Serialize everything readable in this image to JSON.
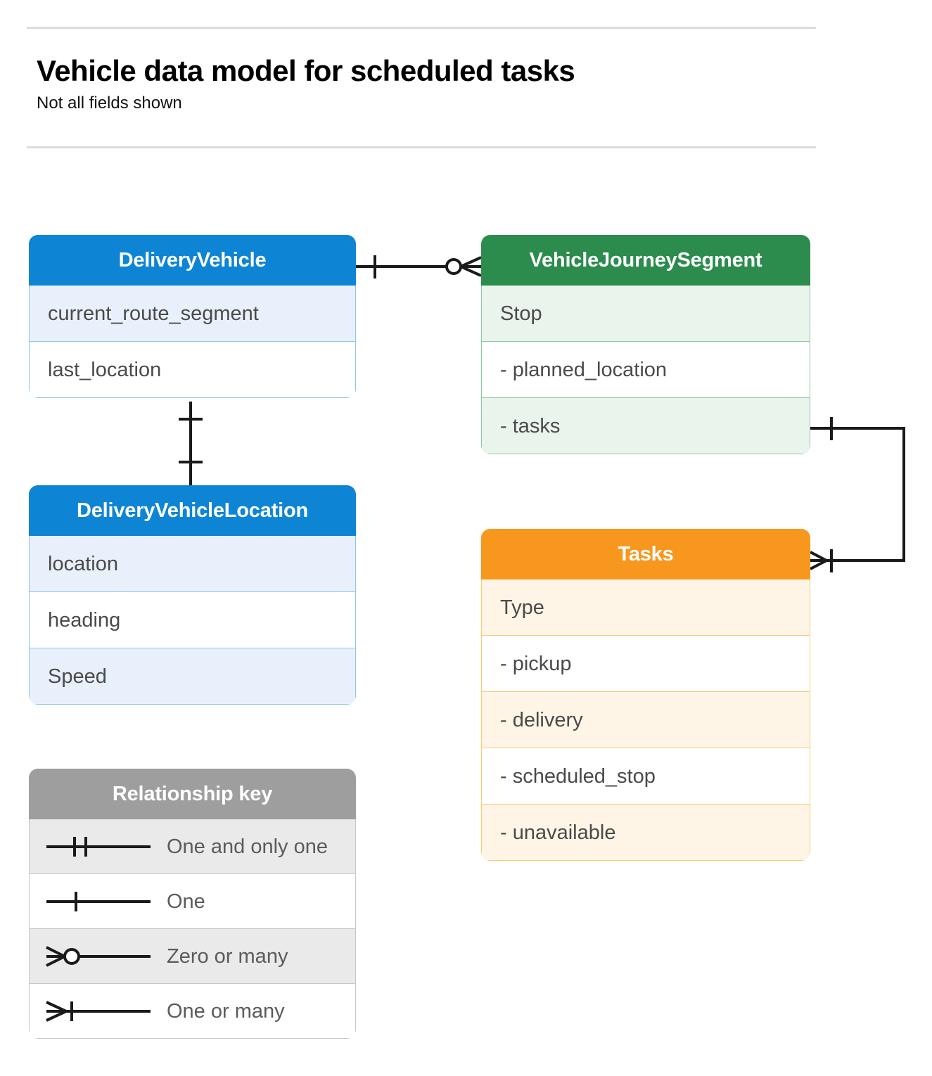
{
  "header": {
    "title": "Vehicle data model for scheduled tasks",
    "subtitle": "Not all fields shown"
  },
  "colors": {
    "blue_header": "#0e85d4",
    "blue_row_alt": "#e8f1fb",
    "blue_border": "#8fc5ee",
    "green_header": "#2b8c4d",
    "green_row_alt": "#e9f4ec",
    "green_border": "#8cc9a2",
    "orange_header": "#f8971d",
    "orange_row_alt": "#fff5e6",
    "orange_border": "#f9c873",
    "gray_header": "#9e9e9e",
    "gray_row_alt": "#eaeaea",
    "gray_border": "#c7c7c7",
    "connector": "#1a1a1a",
    "rule": "#dadce0"
  },
  "entities": {
    "delivery_vehicle": {
      "title": "DeliveryVehicle",
      "fields": [
        "current_route_segment",
        "last_location"
      ]
    },
    "vehicle_journey_segment": {
      "title": "VehicleJourneySegment",
      "fields": [
        "Stop",
        "-  planned_location",
        "- tasks"
      ]
    },
    "delivery_vehicle_location": {
      "title": "DeliveryVehicleLocation",
      "fields": [
        "location",
        "heading",
        "Speed"
      ]
    },
    "tasks": {
      "title": "Tasks",
      "fields": [
        "Type",
        "-  pickup",
        "-  delivery",
        "-  scheduled_stop",
        "-  unavailable"
      ]
    }
  },
  "legend": {
    "title": "Relationship key",
    "items": [
      {
        "label": "One and only one",
        "symbol": "one-and-only-one-symbol"
      },
      {
        "label": "One",
        "symbol": "one-symbol"
      },
      {
        "label": "Zero or many",
        "symbol": "zero-or-many-symbol"
      },
      {
        "label": "One or many",
        "symbol": "one-or-many-symbol"
      }
    ]
  },
  "relationships": [
    {
      "from": "DeliveryVehicle",
      "to": "VehicleJourneySegment",
      "from_cardinality": "One",
      "to_cardinality": "Zero or many"
    },
    {
      "from": "DeliveryVehicle",
      "to": "DeliveryVehicleLocation",
      "from_cardinality": "One",
      "to_cardinality": "One"
    },
    {
      "from": "VehicleJourneySegment.tasks",
      "to": "Tasks",
      "from_cardinality": "One",
      "to_cardinality": "One or many"
    }
  ]
}
